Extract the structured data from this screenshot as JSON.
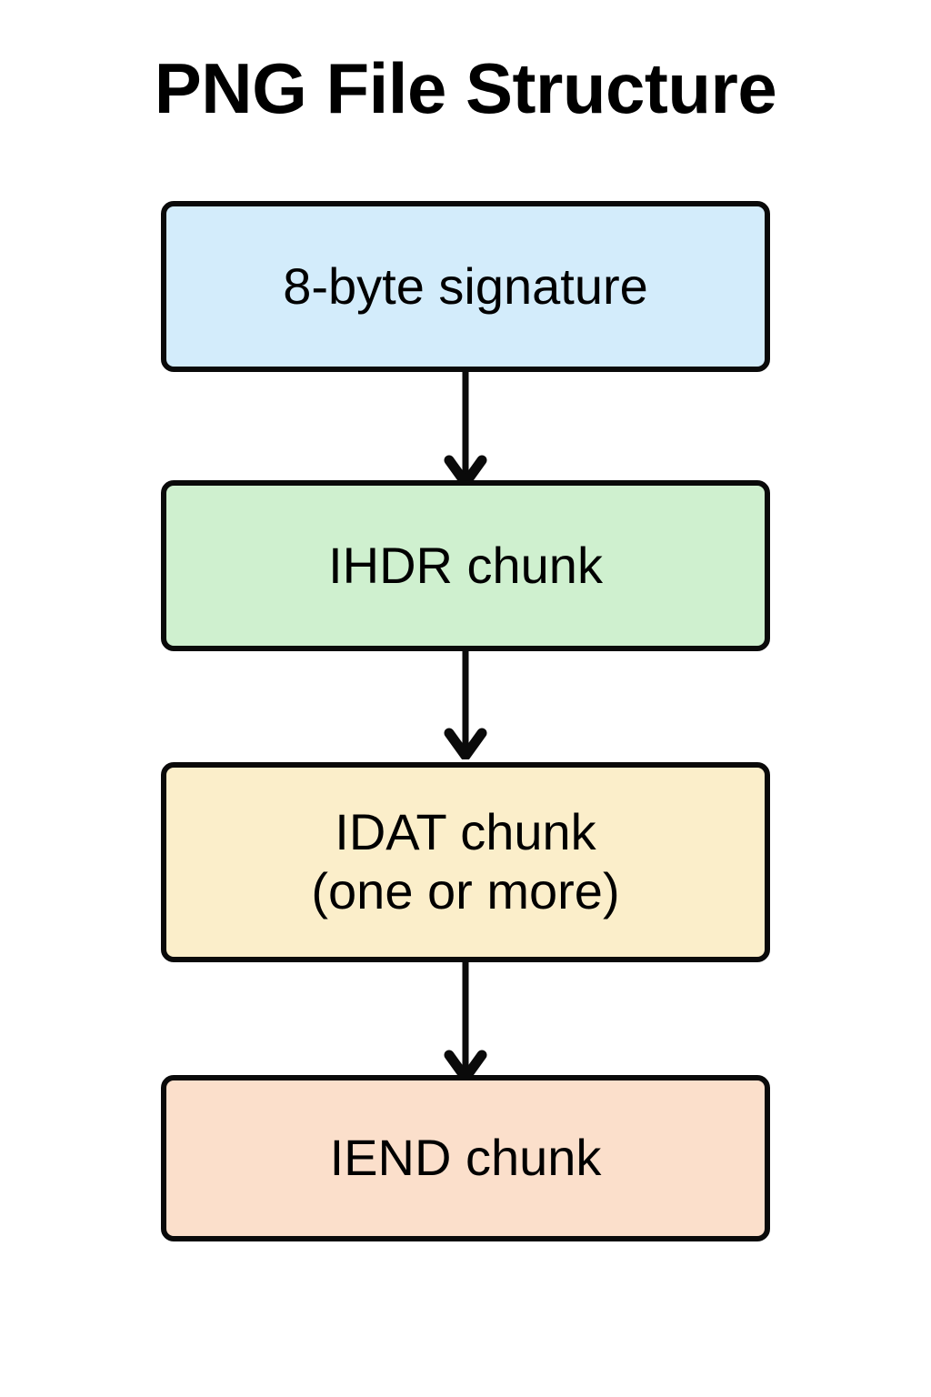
{
  "diagram": {
    "title": "PNG File Structure",
    "background_color": "#ffffff",
    "border_color": "#0a0a0a",
    "arrow_color": "#0a0a0a",
    "nodes": [
      {
        "id": "signature",
        "label": "8-byte signature",
        "lines": [
          "8-byte signature"
        ],
        "fill_color": "#d3ecfb"
      },
      {
        "id": "ihdr",
        "label": "IHDR chunk",
        "lines": [
          "IHDR chunk"
        ],
        "fill_color": "#cff0cf"
      },
      {
        "id": "idat",
        "label": "IDAT chunk (one or more)",
        "lines": [
          "IDAT chunk",
          "(one or more)"
        ],
        "fill_color": "#fbeeca"
      },
      {
        "id": "iend",
        "label": "IEND chunk",
        "lines": [
          "IEND chunk"
        ],
        "fill_color": "#fbdfcb"
      }
    ],
    "connectors": [
      {
        "id": "signature-to-ihdr",
        "from": "signature",
        "to": "ihdr",
        "style": "arrow-down"
      },
      {
        "id": "ihdr-to-idat",
        "from": "ihdr",
        "to": "idat",
        "style": "arrow-down"
      },
      {
        "id": "idat-to-iend",
        "from": "idat",
        "to": "iend",
        "style": "arrow-down"
      }
    ]
  }
}
